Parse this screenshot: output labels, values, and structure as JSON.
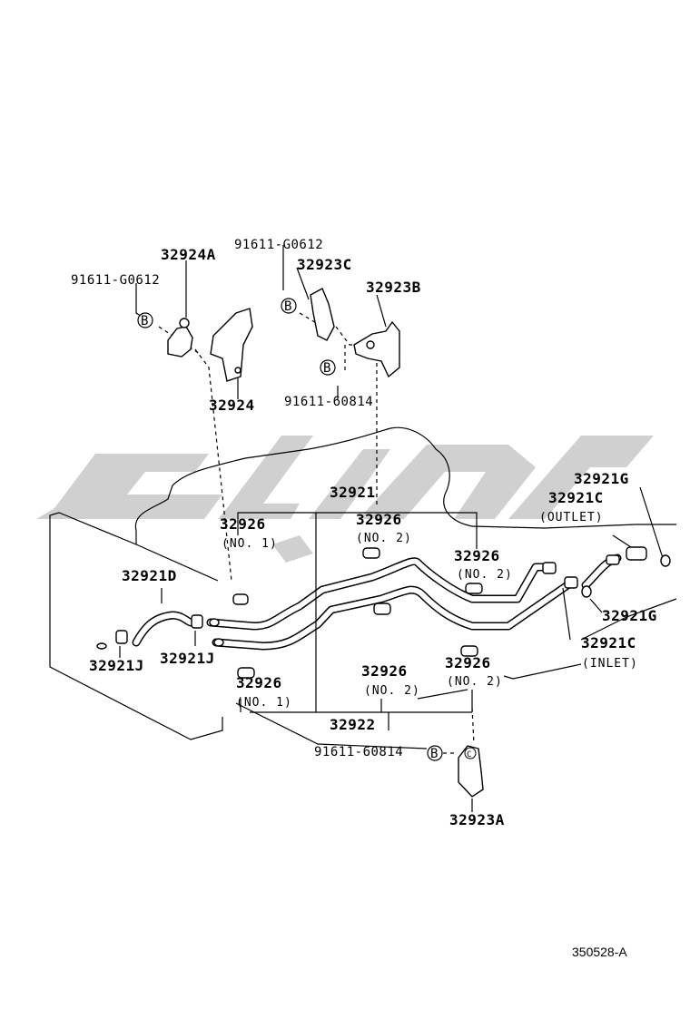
{
  "labels": {
    "p32924A": "32924A",
    "bolt_top_left": "91611-G0612",
    "bolt_top_right": "91611-G0612",
    "p32923C": "32923C",
    "p32923B": "32923B",
    "p32924": "32924",
    "bolt_mid": "91611-60814",
    "p32921": "32921",
    "p32926_no1_a": "32926",
    "p32926_no1_a_sub": "(NO. 1)",
    "p32926_no2_a": "32926",
    "p32926_no2_a_sub": "(NO. 2)",
    "p32926_no2_b": "32926",
    "p32926_no2_b_sub": "(NO. 2)",
    "p32921G_top": "32921G",
    "p32921C_top": "32921C",
    "outlet": "(OUTLET)",
    "p32921D": "32921D",
    "p32921J_left": "32921J",
    "p32921J_right": "32921J",
    "p32921G_bottom": "32921G",
    "p32921C_bottom": "32921C",
    "inlet": "(INLET)",
    "p32926_no1_b": "32926",
    "p32926_no1_b_sub": "(NO. 1)",
    "p32926_no2_c": "32926",
    "p32926_no2_c_sub": "(NO. 2)",
    "p32926_no2_d": "32926",
    "p32926_no2_d_sub": "(NO. 2)",
    "p32922": "32922",
    "bolt_bottom": "91611-60814",
    "p32923A": "32923A",
    "figure_id": "350528-A"
  },
  "callouts": {
    "b": "B",
    "c": "C"
  }
}
